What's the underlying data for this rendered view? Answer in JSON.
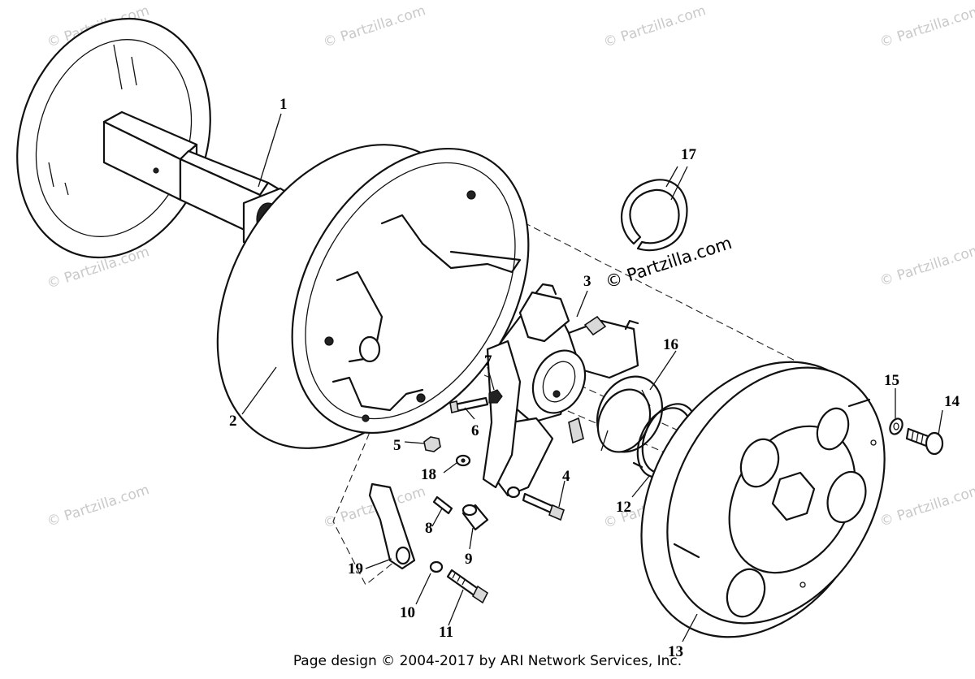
{
  "watermark": "© Partzilla.com",
  "credit": "Page design © 2004-2017 by ARI Network Services, Inc.",
  "callouts": {
    "c1": "1",
    "c2": "2",
    "c3": "3",
    "c4": "4",
    "c5": "5",
    "c6": "6",
    "c7": "7",
    "c8": "8",
    "c9": "9",
    "c10": "10",
    "c11": "11",
    "c12": "12",
    "c13": "13",
    "c14": "14",
    "c15": "15",
    "c16": "16",
    "c17": "17",
    "c18": "18",
    "c19": "19"
  }
}
